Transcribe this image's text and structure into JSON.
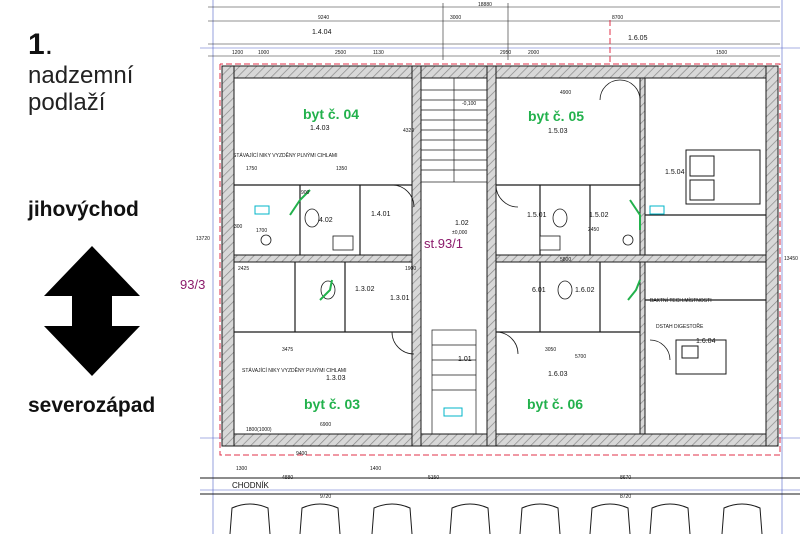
{
  "sidebar": {
    "floor_number": "1",
    "floor_dot": ".",
    "floor_line1": "nadzemní",
    "floor_line2": "podlaží",
    "direction_top": "jihovýchod",
    "direction_bottom": "severozápad"
  },
  "plan": {
    "apartments": {
      "a04": "byt č. 04",
      "a05": "byt č. 05",
      "a03": "byt č. 03",
      "a06": "byt č. 06"
    },
    "rooms": {
      "r1403": "1.4.03",
      "r1503": "1.5.03",
      "r1504": "1.5.04",
      "r1401": "1.4.01",
      "r1402": "4.02",
      "r102": "1.02",
      "r1501": "1.5.01",
      "r1502": "1.5.02",
      "r1302": "1.3.02",
      "r1301": "1.3.01",
      "r601": "6.01",
      "r1602": "1.6.02",
      "r1604": "1.6.04",
      "r1303": "1.3.03",
      "r101": "1.01",
      "r1603": "1.6.03",
      "r1404": "1.4.04",
      "r1605": "1.6.05"
    },
    "labels": {
      "parcel": "st.93/1",
      "parcel_left": "93/3",
      "wall_note_top": "STÁVAJÍCÍ NIKY VYZDĚNY PLNÝMI CIHLAMI",
      "wall_note_bottom": "STÁVAJÍCÍ NIKY VYZDĚNY PLNÝMI CIHLAMI",
      "tech_room": "BAKTNÍ TECH.MÍSTNOSTI",
      "digestor": "DSTAH DIGESTOŘE",
      "sidewalk": "CHODNÍK",
      "level": "±0,000",
      "level_stair": "-0,100"
    },
    "dimensions": {
      "top_total": "18880",
      "top_left": "9240",
      "top_right": "8700",
      "top_mid": "3000",
      "d1200": "1200",
      "d2500": "2500",
      "d1000": "1000",
      "d1130": "1130",
      "d2950": "2950",
      "d2000": "2000",
      "d1500": "1500",
      "d4900": "4900",
      "d5800": "5800",
      "d3475": "3475",
      "d3050": "3050",
      "d2450": "2450",
      "d5700": "5700",
      "bot_4880": "4880",
      "bot_5150": "5150",
      "bot_8670": "8670",
      "bot_9400": "9400",
      "bot_9720": "9720",
      "bot_8720": "8720",
      "side_13720": "13720",
      "side_13450": "13450",
      "w1800": "1800(1000)",
      "d300": "300",
      "d1750": "1750",
      "d1350": "1350",
      "d900": "900",
      "d4320": "4320",
      "d1900": "1900",
      "d1700": "1700",
      "d2425": "2425",
      "d1300": "1300",
      "d1400": "1400",
      "d6900": "6900"
    }
  },
  "colors": {
    "accent_green": "#22b14c",
    "wall_hatch": "#b0b0b0",
    "drawing_line": "#1a1a1a",
    "boundary_red": "#e0304a",
    "parcel_purple": "#8b1a6b",
    "annotation_cyan": "#00b5c8",
    "grid_blue": "#5060c8"
  }
}
